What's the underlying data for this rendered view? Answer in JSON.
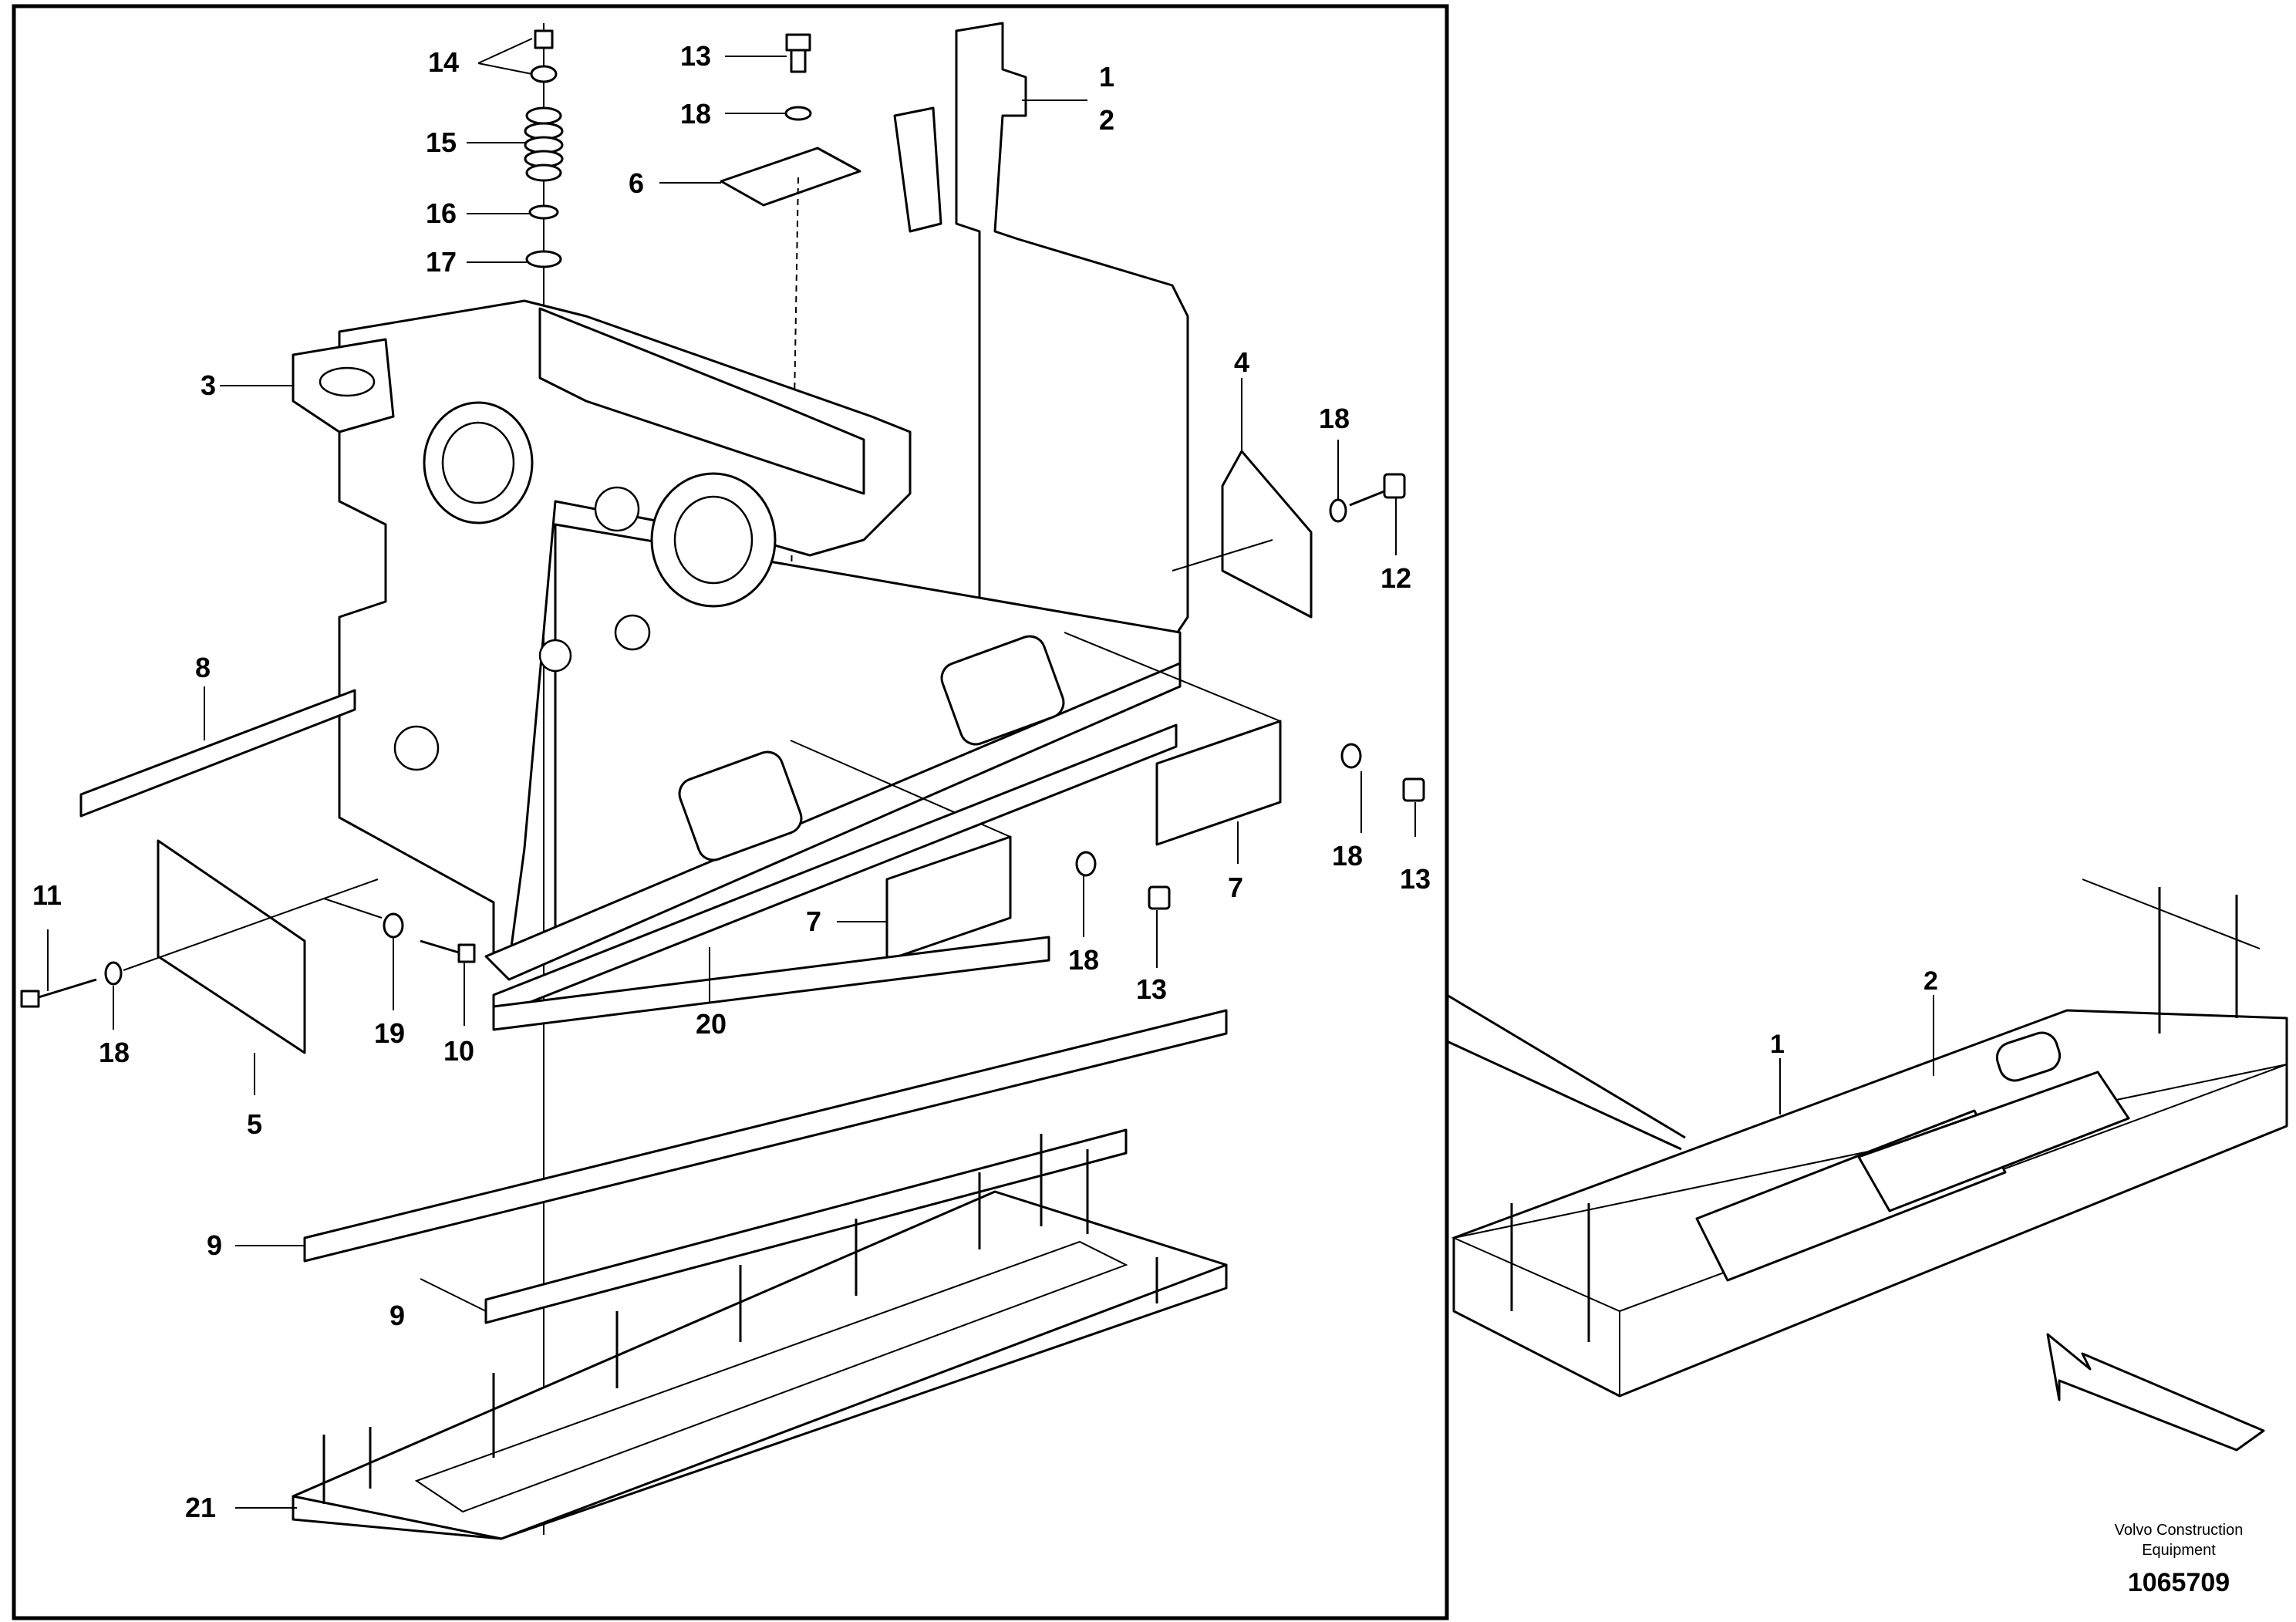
{
  "main_view": {
    "callouts": {
      "c1": "1",
      "c2": "2",
      "c3": "3",
      "c4": "4",
      "c5": "5",
      "c6": "6",
      "c7a": "7",
      "c7b": "7",
      "c8": "8",
      "c9a": "9",
      "c9b": "9",
      "c10": "10",
      "c11": "11",
      "c12": "12",
      "c13a": "13",
      "c13b": "13",
      "c13c": "13",
      "c14": "14",
      "c15": "15",
      "c16": "16",
      "c17": "17",
      "c18a": "18",
      "c18b": "18",
      "c18c": "18",
      "c18d": "18",
      "c18e": "18",
      "c19": "19",
      "c20": "20",
      "c21": "21"
    }
  },
  "inset_view": {
    "callouts": {
      "c1": "1",
      "c2": "2"
    }
  },
  "footer": {
    "company_line1": "Volvo Construction",
    "company_line2": "Equipment",
    "drawing_number": "1065709"
  }
}
